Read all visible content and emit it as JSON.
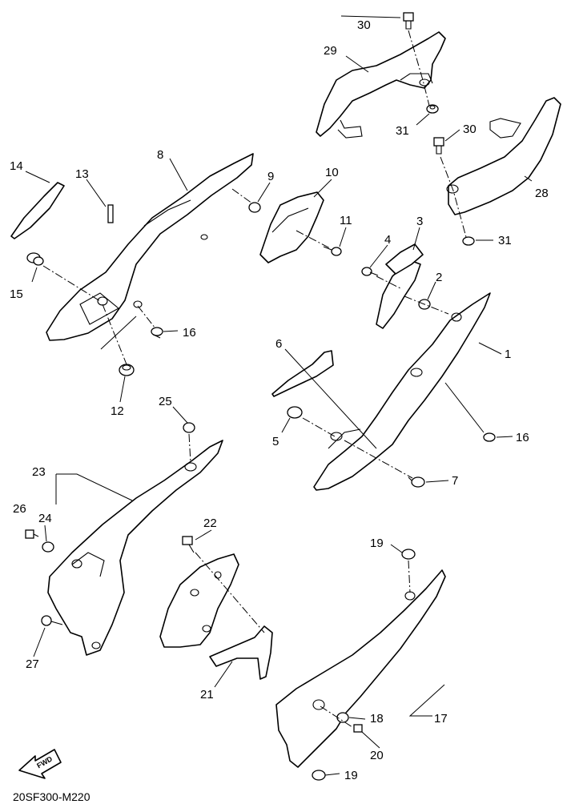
{
  "diagram_code": "20SF300-M220",
  "fwd_label": "FWD",
  "callouts": [
    "1",
    "2",
    "3",
    "4",
    "5",
    "6",
    "7",
    "8",
    "9",
    "10",
    "11",
    "12",
    "13",
    "14",
    "15",
    "16",
    "16",
    "17",
    "18",
    "19",
    "19",
    "20",
    "21",
    "22",
    "23",
    "24",
    "25",
    "26",
    "27",
    "28",
    "29",
    "30",
    "30",
    "31",
    "31"
  ]
}
